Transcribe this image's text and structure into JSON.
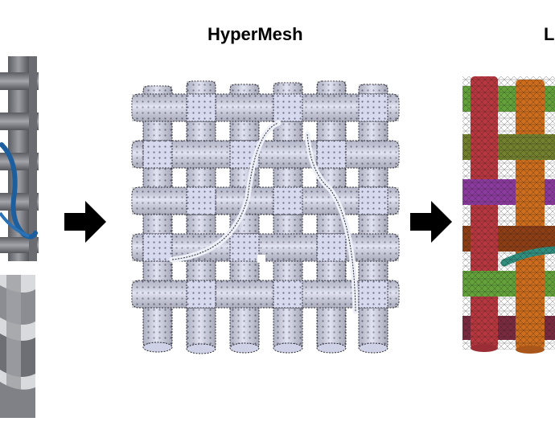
{
  "stages": [
    {
      "id": "cad",
      "label": ""
    },
    {
      "id": "hypermesh",
      "label": "HyperMesh"
    },
    {
      "id": "colored",
      "label": "L"
    }
  ],
  "colors": {
    "mesh_fill": "#d6d9ec",
    "mesh_line": "#2a2a33",
    "cad_gray": "#6f7177",
    "cad_dark": "#4b4d52",
    "fiber_blue": "#1d5f9e",
    "arrow": "#000000",
    "yarn_red": "#b8373f",
    "yarn_orange": "#cc6c1c",
    "yarn_green": "#63a23a",
    "yarn_olive": "#727f2c",
    "yarn_purple": "#8b3a9e",
    "yarn_brown": "#8e3e14",
    "yarn_teal": "#2f8e7d",
    "yarn_maroon": "#7a2a3f"
  }
}
